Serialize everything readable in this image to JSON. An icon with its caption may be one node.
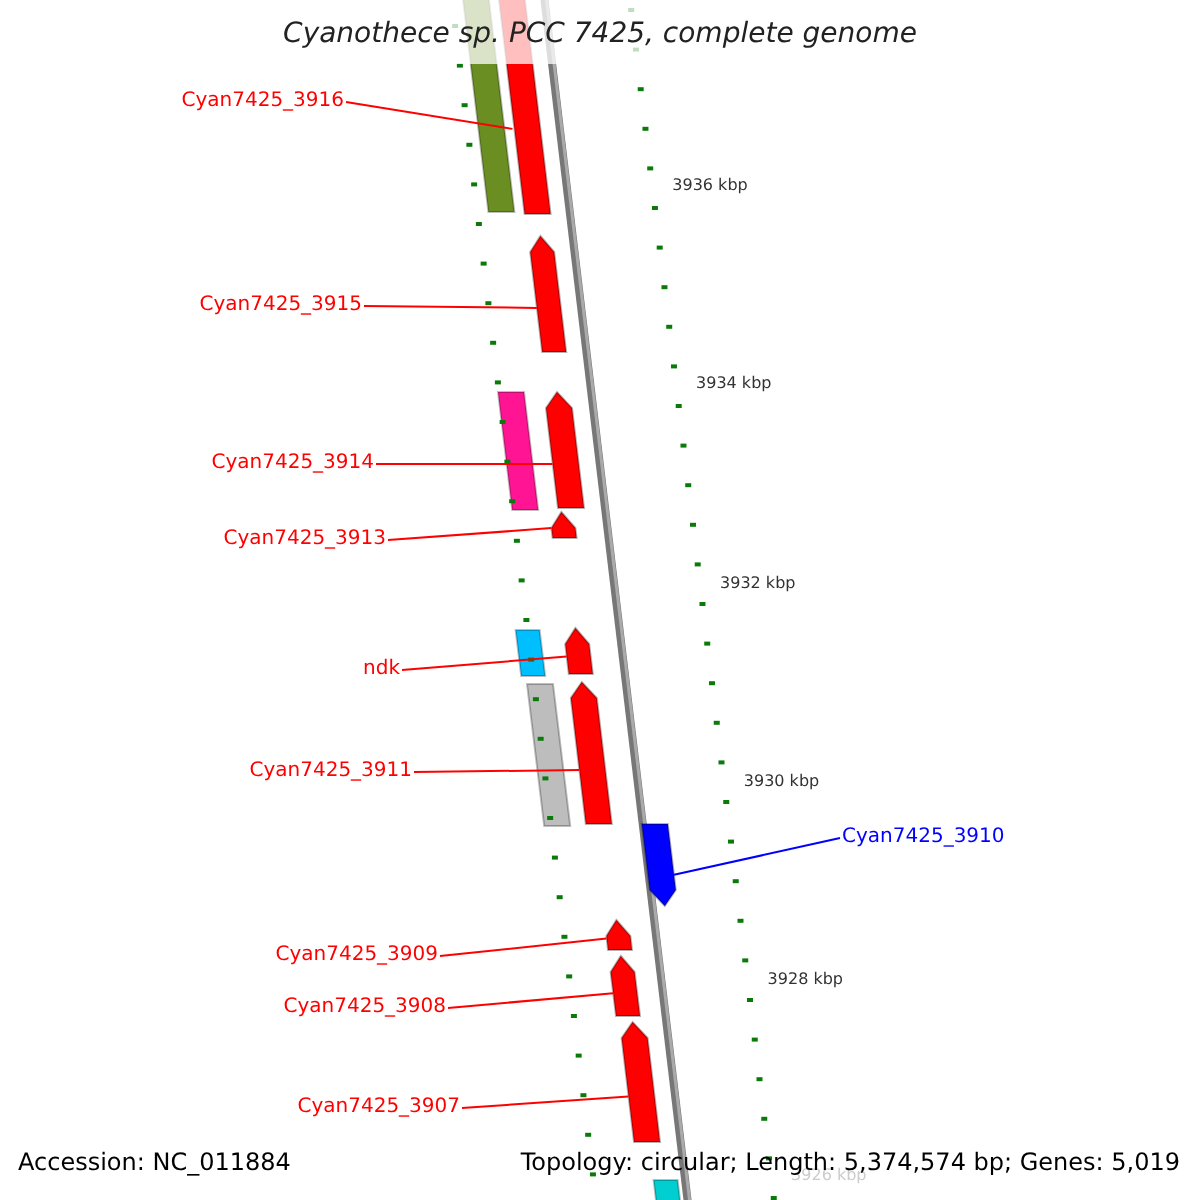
{
  "diagram": {
    "title": "Cyanothece sp. PCC 7425, complete genome",
    "nodes": [
      {
        "text": [
          "Cyan7425_3916"
        ]
      },
      {
        "text": [
          "Cyan7425_3915"
        ]
      },
      {
        "text": [
          "Cyan7425_3914"
        ]
      },
      {
        "text": [
          "Cyan7425_3913"
        ]
      },
      {
        "text": [
          "ndk"
        ]
      },
      {
        "text": [
          "Cyan7425_3911"
        ]
      },
      {
        "text": [
          "Cyan7425_3910"
        ]
      },
      {
        "text": [
          "Cyan7425_3909"
        ]
      },
      {
        "text": [
          "Cyan7425_3908"
        ]
      },
      {
        "text": [
          "Cyan7425_3907"
        ]
      },
      {
        "text": [],
        "shape": "bar"
      },
      {
        "text": [],
        "shape": "bar"
      },
      {
        "text": [],
        "shape": "bar"
      },
      {
        "text": [],
        "shape": "bar"
      },
      {
        "text": [],
        "shape": "bar"
      },
      {
        "text": [],
        "shape": "bar"
      },
      {
        "text": [],
        "shape": "bar"
      },
      {
        "text": [],
        "shape": "bar"
      },
      {
        "text": [],
        "shape": "bar"
      },
      {
        "text": [],
        "shape": "bar"
      }
    ],
    "edges": [
      {
        "from": 0,
        "to": 10,
        "arrow": "none"
      },
      {
        "from": 1,
        "to": 11,
        "arrow": "none"
      },
      {
        "from": 2,
        "to": 12,
        "arrow": "none"
      },
      {
        "from": 3,
        "to": 13,
        "arrow": "none"
      },
      {
        "from": 4,
        "to": 14,
        "arrow": "none"
      },
      {
        "from": 5,
        "to": 15,
        "arrow": "none"
      },
      {
        "from": 6,
        "to": 16,
        "arrow": "none",
        "color": "#0000ff"
      },
      {
        "from": 7,
        "to": 17,
        "arrow": "none"
      },
      {
        "from": 8,
        "to": 18,
        "arrow": "none"
      },
      {
        "from": 9,
        "to": 19,
        "arrow": "none"
      }
    ],
    "labels": [
      "3936 kbp",
      "3934 kbp",
      "3932 kbp",
      "3930 kbp",
      "3928 kbp",
      "3926 kbp",
      "Accession: NC_011884",
      "Topology: circular; Length: 5,374,574 bp; Genes: 5,019"
    ]
  }
}
